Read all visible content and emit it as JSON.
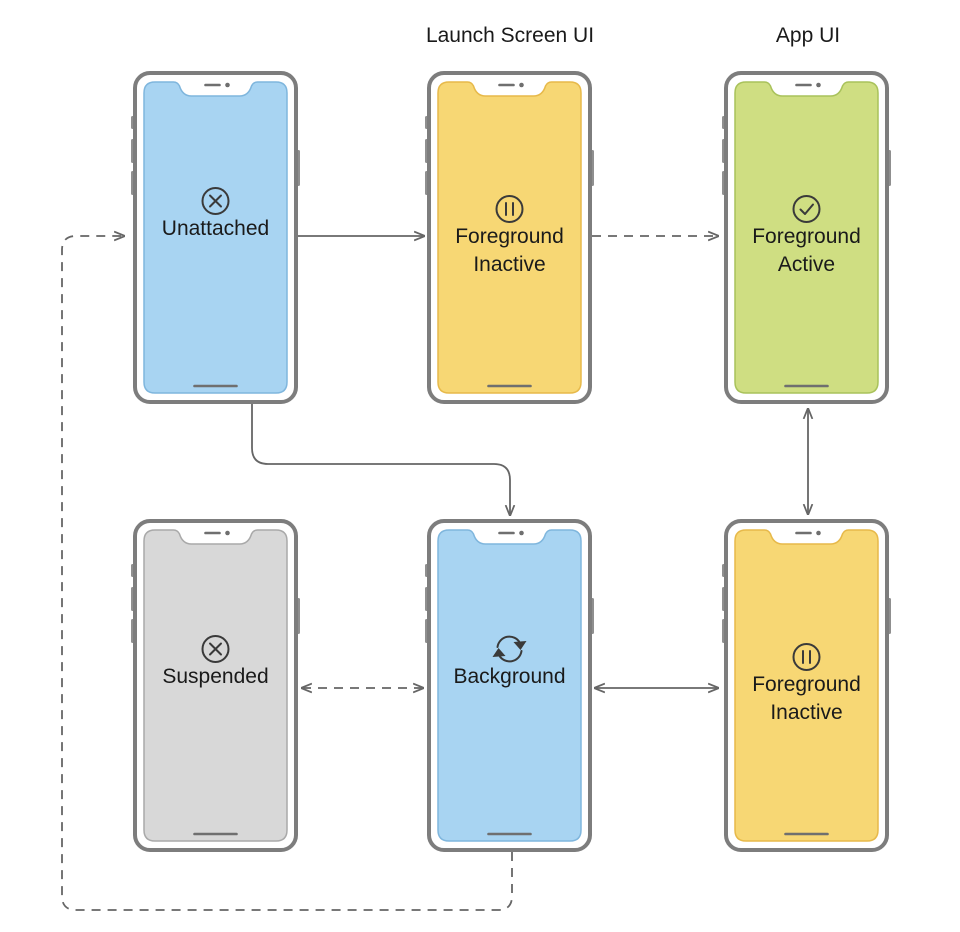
{
  "columns": {
    "launch": "Launch Screen UI",
    "app": "App UI"
  },
  "states": [
    {
      "id": "unattached",
      "lines": [
        "Unattached"
      ],
      "icon": "circle-x-icon",
      "color": "#a8d4f2",
      "stroke": "#7fb6dd"
    },
    {
      "id": "foreground-inactive-launch",
      "lines": [
        "Foreground",
        "Inactive"
      ],
      "icon": "pause-circle-icon",
      "color": "#f7d774",
      "stroke": "#e7b94a"
    },
    {
      "id": "foreground-active",
      "lines": [
        "Foreground",
        "Active"
      ],
      "icon": "check-circle-icon",
      "color": "#cfde82",
      "stroke": "#a9c25b"
    },
    {
      "id": "suspended",
      "lines": [
        "Suspended"
      ],
      "icon": "circle-x-icon",
      "color": "#d8d8d8",
      "stroke": "#a9a9a9"
    },
    {
      "id": "background",
      "lines": [
        "Background"
      ],
      "icon": "refresh-arrows-icon",
      "color": "#a8d4f2",
      "stroke": "#7fb6dd"
    },
    {
      "id": "foreground-inactive-app",
      "lines": [
        "Foreground",
        "Inactive"
      ],
      "icon": "pause-circle-icon",
      "color": "#f7d774",
      "stroke": "#e7b94a"
    }
  ],
  "transitions": [
    {
      "from": "unattached",
      "to": "foreground-inactive-launch",
      "style": "solid",
      "direction": "one-way"
    },
    {
      "from": "foreground-inactive-launch",
      "to": "foreground-active",
      "style": "dashed",
      "direction": "one-way"
    },
    {
      "from": "unattached",
      "to": "background",
      "style": "solid",
      "direction": "one-way"
    },
    {
      "from": "foreground-active",
      "to": "foreground-inactive-app",
      "style": "solid",
      "direction": "two-way"
    },
    {
      "from": "background",
      "to": "foreground-inactive-app",
      "style": "solid",
      "direction": "two-way"
    },
    {
      "from": "suspended",
      "to": "background",
      "style": "dashed",
      "direction": "two-way"
    },
    {
      "from": "background",
      "to": "unattached",
      "style": "dashed",
      "direction": "one-way"
    }
  ]
}
